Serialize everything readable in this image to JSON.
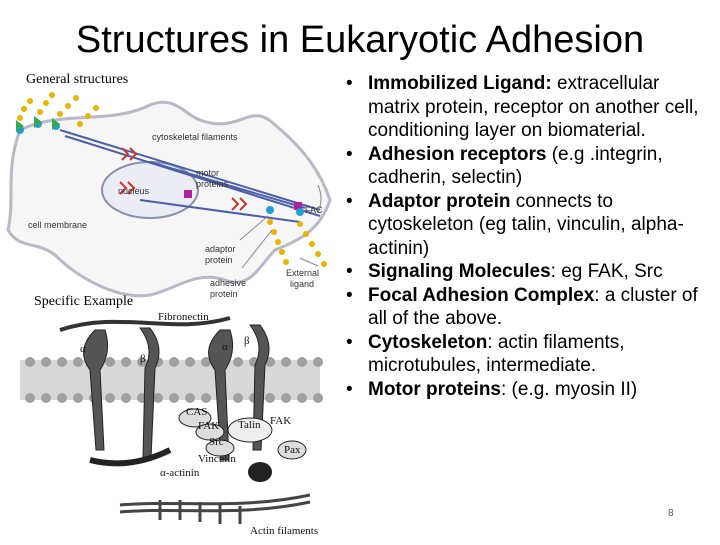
{
  "title": "Structures in Eukaryotic Adhesion",
  "captions": {
    "general": "General structures",
    "specific": "Specific Example"
  },
  "top_figure_labels": {
    "cytoskeletal": "cytoskeletal filaments",
    "motor": "motor",
    "proteins": "proteins",
    "nucleus": "nucleus",
    "cell_membrane": "cell membrane",
    "fac": "FAC",
    "adaptor1": "adaptor",
    "adaptor2": "protein",
    "adhesive1": "adhesive",
    "adhesive2": "protein",
    "external1": "External",
    "external2": "ligand"
  },
  "bottom_figure_labels": {
    "fibronectin": "Fibronectin",
    "alpha1": "α",
    "beta1": "β",
    "alpha2": "α",
    "beta2": "β",
    "cas": "CAS",
    "fak_left": "FAK",
    "src": "Src",
    "talin": "Talin",
    "fak_right": "FAK",
    "vinculin": "Vinculin",
    "pax": "Pax",
    "alpha_actinin": "α-actinin",
    "actin_filaments": "Actin filaments"
  },
  "bullets": [
    {
      "term": "Immobilized Ligand:",
      "desc": " extracellular matrix protein, receptor on another cell, conditioning layer on biomaterial."
    },
    {
      "term": "Adhesion receptors",
      "desc": " (e.g .integrin, cadherin, selectin)"
    },
    {
      "term": "Adaptor protein",
      "desc": " connects to cytoskeleton (eg talin, vinculin, alpha-actinin)"
    },
    {
      "term": "Signaling Molecules",
      "desc": ": eg FAK, Src"
    },
    {
      "term": "Focal Adhesion Complex",
      "desc": ": a cluster of all of the above."
    },
    {
      "term": "Cytoskeleton",
      "desc": ": actin filaments, microtubules, intermediate."
    },
    {
      "term": "Motor proteins",
      "desc": ": (e.g. myosin II)"
    }
  ],
  "page_number": "8",
  "colors": {
    "ligand_yellow": "#e8b400",
    "receptor_blue": "#1f9fd6",
    "motor_magenta": "#b0209a",
    "membrane_gray": "#b8b8c8"
  }
}
